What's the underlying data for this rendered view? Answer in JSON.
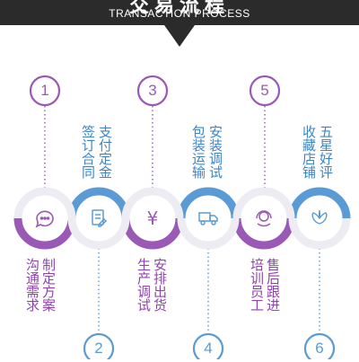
{
  "header": {
    "title_partial": "交易流程",
    "subtitle": "TRANSACTION PROCESS"
  },
  "steps": [
    {
      "number": "1",
      "text": "沟通需求制定方案",
      "icon": "chat-icon",
      "color": "#9b59b6"
    },
    {
      "number": "2",
      "text": "签订合同支付定金",
      "icon": "contract-icon",
      "color": "#5b9bd5"
    },
    {
      "number": "3",
      "text": "生产调试安排出货",
      "icon": "yen-icon",
      "color": "#9b59b6"
    },
    {
      "number": "4",
      "text": "包装运输安装调试",
      "icon": "truck-icon",
      "color": "#5b9bd5"
    },
    {
      "number": "5",
      "text": "培训员工售后跟进",
      "icon": "support-icon",
      "color": "#9b59b6"
    },
    {
      "number": "6",
      "text": "收藏店铺五星好评",
      "icon": "flower-icon",
      "color": "#5b9bd5"
    }
  ],
  "text_columns": {
    "step1": [
      "沟通需求",
      "制定方案"
    ],
    "step2": [
      "签订合同",
      "支付定金"
    ],
    "step3": [
      "生产调试",
      "安排出货"
    ],
    "step4": [
      "包装运输",
      "安装调试"
    ],
    "step5": [
      "培训员工",
      "售后跟进"
    ],
    "step6": [
      "收藏店铺",
      "五星好评"
    ]
  },
  "icon_glyph": {
    "yen": "¥"
  }
}
